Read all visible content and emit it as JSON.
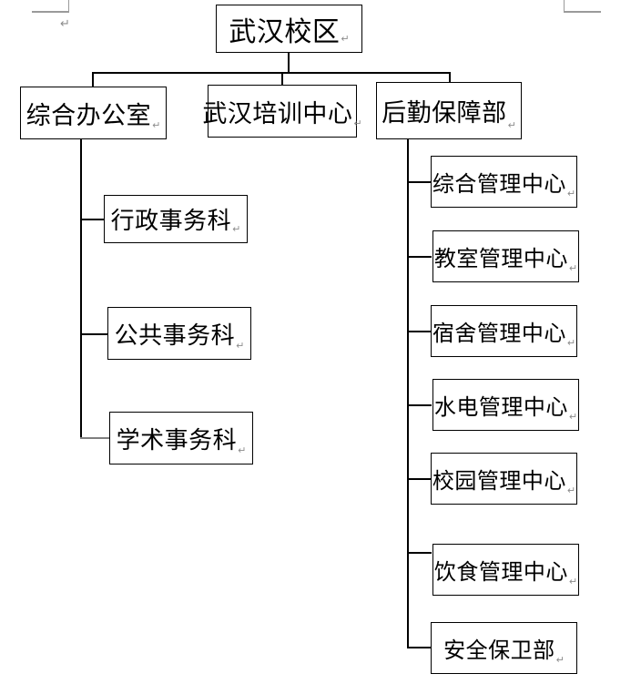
{
  "document": {
    "title": "武汉校区组织结构图",
    "paragraph_mark": "↵",
    "background_color": "#ffffff",
    "line_color": "#000000",
    "text_color": "#000000",
    "margin_mark_color": "#9a9a9a"
  },
  "chart_data": {
    "type": "diagram",
    "diagram_kind": "organization-chart",
    "orientation": "top-down-with-vertical-subtrees",
    "title": "武汉校区",
    "nodes": [
      {
        "id": "root",
        "label": "武汉校区",
        "level": 0
      },
      {
        "id": "l2a",
        "label": "综合办公室",
        "level": 1,
        "parent": "root"
      },
      {
        "id": "l2b",
        "label": "武汉培训中心",
        "level": 1,
        "parent": "root"
      },
      {
        "id": "l2c",
        "label": "后勤保障部",
        "level": 1,
        "parent": "root"
      },
      {
        "id": "l3a1",
        "label": "行政事务科",
        "level": 2,
        "parent": "l2a"
      },
      {
        "id": "l3a2",
        "label": "公共事务科",
        "level": 2,
        "parent": "l2a"
      },
      {
        "id": "l3a3",
        "label": "学术事务科",
        "level": 2,
        "parent": "l2a"
      },
      {
        "id": "l3c1",
        "label": "综合管理中心",
        "level": 2,
        "parent": "l2c"
      },
      {
        "id": "l3c2",
        "label": "教室管理中心",
        "level": 2,
        "parent": "l2c"
      },
      {
        "id": "l3c3",
        "label": "宿舍管理中心",
        "level": 2,
        "parent": "l2c"
      },
      {
        "id": "l3c4",
        "label": "水电管理中心",
        "level": 2,
        "parent": "l2c"
      },
      {
        "id": "l3c5",
        "label": "校园管理中心",
        "level": 2,
        "parent": "l2c"
      },
      {
        "id": "l3c6",
        "label": "饮食管理中心",
        "level": 2,
        "parent": "l2c"
      },
      {
        "id": "l3c7",
        "label": "安全保卫部",
        "level": 2,
        "parent": "l2c"
      }
    ]
  },
  "root": {
    "label": "武汉校区",
    "para": "↵"
  },
  "level2": [
    {
      "label": "综合办公室",
      "para": "↵"
    },
    {
      "label": "武汉培训中心",
      "para": "↵"
    },
    {
      "label": "后勤保障部",
      "para": "↵"
    }
  ],
  "left_branch": [
    {
      "label": "行政事务科",
      "para": "↵"
    },
    {
      "label": "公共事务科",
      "para": "↵"
    },
    {
      "label": "学术事务科",
      "para": "↵"
    }
  ],
  "right_branch": [
    {
      "label": "综合管理中心",
      "para": "↵"
    },
    {
      "label": "教室管理中心",
      "para": "↵"
    },
    {
      "label": "宿舍管理中心",
      "para": "↵"
    },
    {
      "label": "水电管理中心",
      "para": "↵"
    },
    {
      "label": "校园管理中心",
      "para": "↵"
    },
    {
      "label": "饮食管理中心",
      "para": "↵"
    },
    {
      "label": "安全保卫部",
      "para": "↵"
    }
  ],
  "page_marks": {
    "top_left_pilcrow": "↵"
  }
}
